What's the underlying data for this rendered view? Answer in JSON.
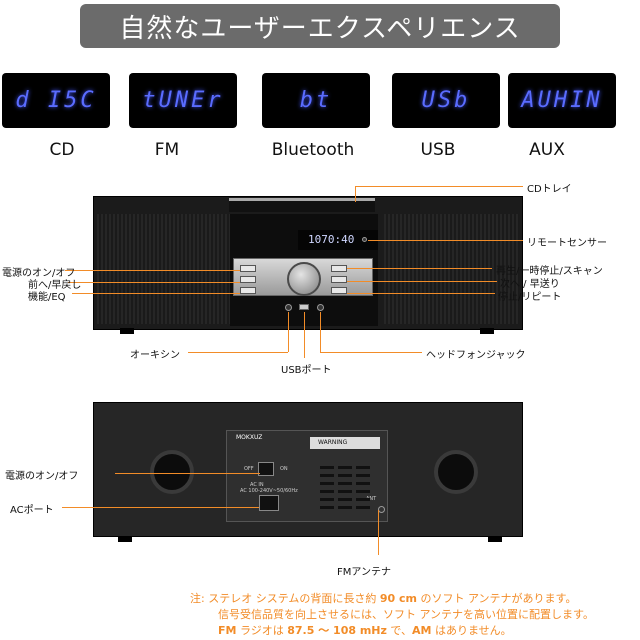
{
  "title": "自然なユーザーエクスペリエンス",
  "modes": [
    {
      "lcd": "d I5C",
      "label": "CD"
    },
    {
      "lcd": "tUNEr",
      "label": "FM"
    },
    {
      "lcd": "bt",
      "label": "Bluetooth"
    },
    {
      "lcd": "USb",
      "label": "USB"
    },
    {
      "lcd": "AUHIN",
      "label": "AUX"
    }
  ],
  "front": {
    "display_text": "1070:40",
    "labels": {
      "cd_tray": "CDトレイ",
      "remote_sensor": "リモートセンサー",
      "power": "電源のオン/オフ",
      "prev": "前へ/早戻し",
      "function": "機能/EQ",
      "play_pause": "再生/一時停止/スキャン",
      "next": "次へ / 早送り",
      "stop": "停止/リピート",
      "aux_in": "オーキシン",
      "usb_port": "USBポート",
      "headphone": "ヘッドフォンジャック"
    }
  },
  "back": {
    "labels": {
      "power": "電源のオン/オフ",
      "ac_port": "ACポート",
      "fm_antenna": "FMアンテナ"
    },
    "plate": {
      "brand": "MOKXUZ",
      "warning": "WARNING",
      "off": "OFF",
      "on": "ON",
      "ant": "ANT",
      "ac_in": "AC IN",
      "rating": "AC 100-240V~50/60Hz"
    }
  },
  "note": {
    "line1_a": "注: ステレオ システムの背面に長さ約 ",
    "line1_b": "90 cm",
    "line1_c": " のソフト アンテナがあります。",
    "line2": "信号受信品質を向上させるには、ソフト アンテナを高い位置に配置します。",
    "line3_a": "FM",
    "line3_b": " ラジオは ",
    "line3_c": "87.5 ～ 108 mHz",
    "line3_d": " で、",
    "line3_e": "AM",
    "line3_f": " はありません。"
  },
  "colors": {
    "accent": "#f28c28",
    "lcd_text": "#5a6cff",
    "title_bg": "#6b6b6b"
  }
}
